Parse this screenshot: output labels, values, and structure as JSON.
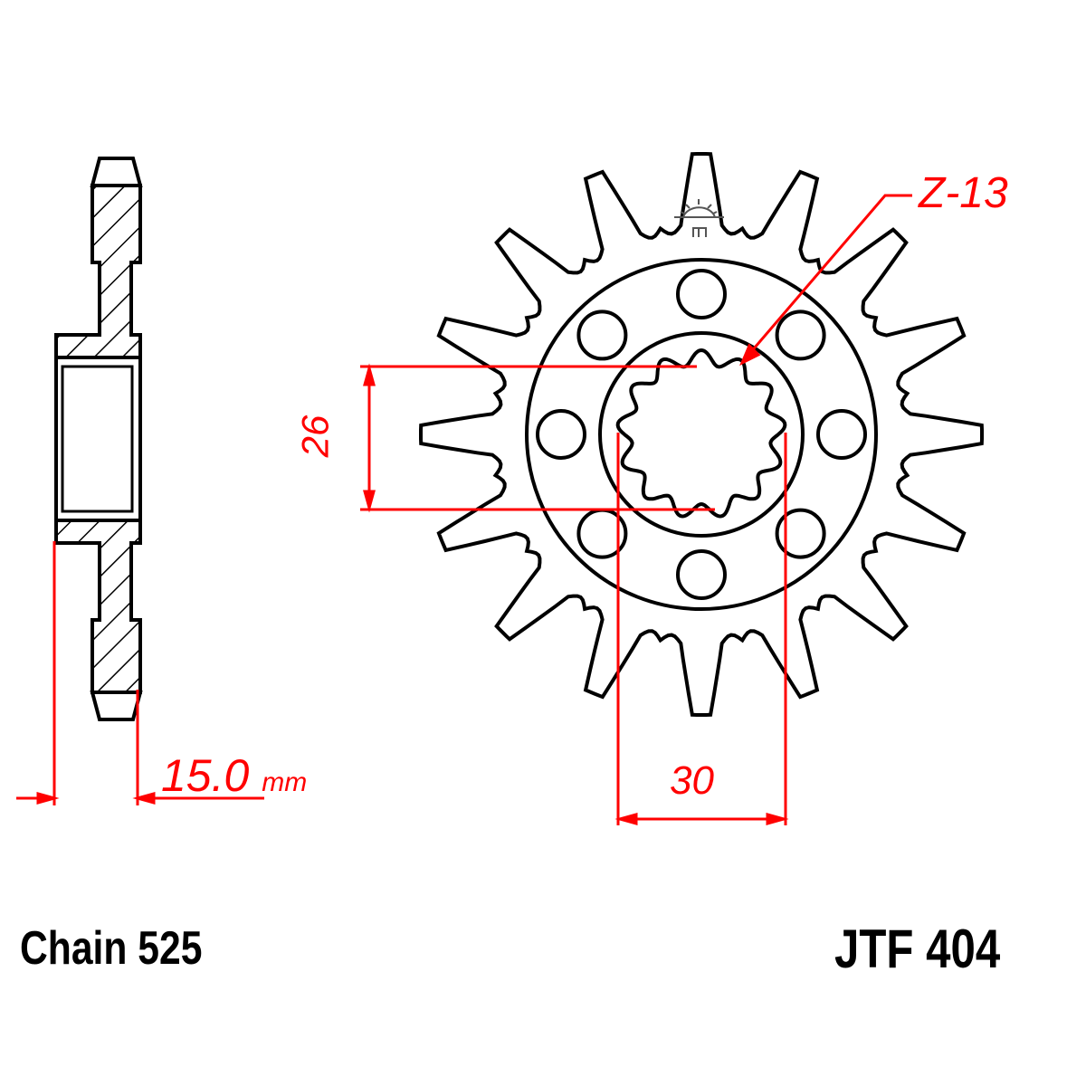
{
  "diagram": {
    "subject": "Front motorcycle sprocket technical drawing",
    "dimensions": {
      "thickness": {
        "value": "15.0",
        "unit": "mm"
      },
      "spline_height": "26",
      "spline_width": "30",
      "tooth_count_label": "Z-13"
    },
    "footer": {
      "chain": "Chain 525",
      "part_number": "JTF 404"
    },
    "colors": {
      "outline": "#000000",
      "dimension": "#ff0000",
      "background": "#ffffff"
    }
  }
}
